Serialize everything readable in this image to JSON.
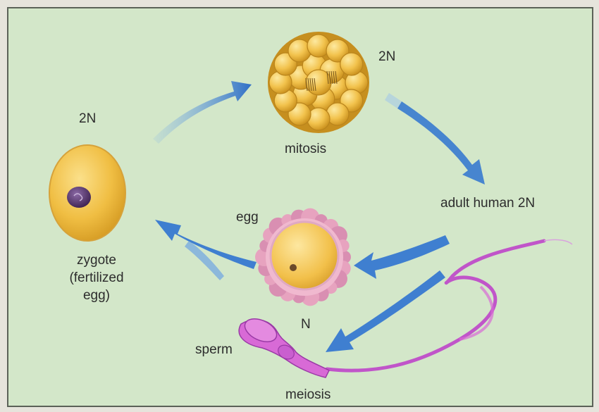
{
  "diagram": {
    "labels": {
      "mitosis_ploidy": "2N",
      "mitosis": "mitosis",
      "zygote_ploidy": "2N",
      "adult": "adult human 2N",
      "egg": "egg",
      "zygote_lines": [
        "zygote",
        "(fertilized",
        "egg)"
      ],
      "gamete_ploidy": "N",
      "sperm": "sperm",
      "meiosis": "meiosis"
    },
    "colors": {
      "background": "#d3e7c9",
      "arrow": "#3f7fd0",
      "cell_yellow": "#f1c24a",
      "nucleus_purple": "#5a3570",
      "egg_corona_pink": "#e7a3bf",
      "sperm_magenta": "#d86ad6"
    },
    "icons": [
      "morula-icon",
      "zygote-cell-icon",
      "egg-cell-icon",
      "sperm-cell-icon"
    ]
  }
}
